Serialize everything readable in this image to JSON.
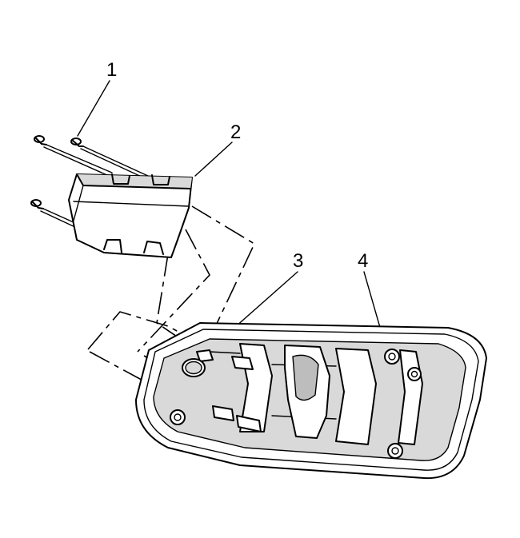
{
  "callouts": [
    {
      "id": "1",
      "label": "1"
    },
    {
      "id": "2",
      "label": "2"
    },
    {
      "id": "3",
      "label": "3"
    },
    {
      "id": "4",
      "label": "4"
    }
  ],
  "colors": {
    "line": "#000000",
    "shade": "#d9d9d9",
    "background": "#ffffff"
  }
}
